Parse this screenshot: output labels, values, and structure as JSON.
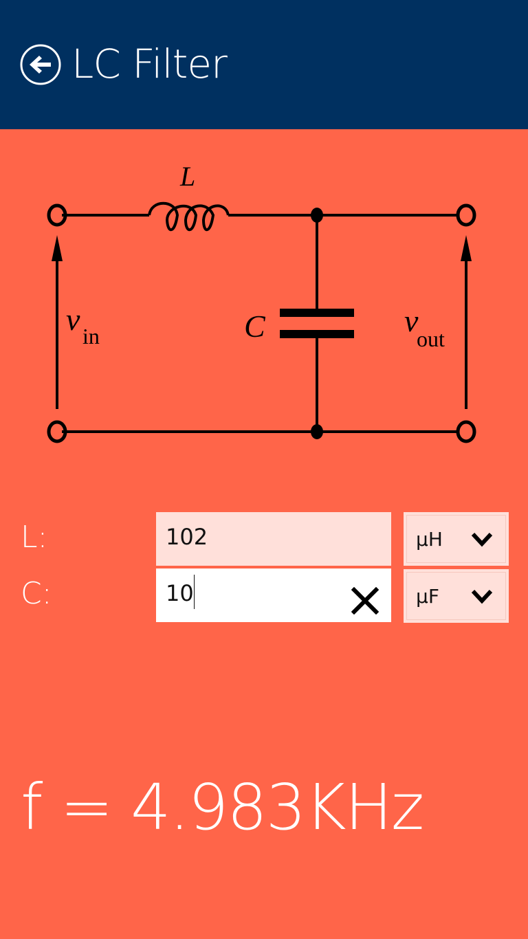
{
  "header": {
    "title": "LC Filter",
    "back_icon": "back-arrow-circle-icon",
    "background": "#003060"
  },
  "theme": {
    "accent": "#FF6549",
    "input_bg": "#FFE0DA",
    "input_focused_bg": "#FFFFFF"
  },
  "circuit": {
    "inductor_label": "L",
    "capacitor_label": "C",
    "vin_main": "v",
    "vin_sub": "in",
    "vout_main": "v",
    "vout_sub": "out"
  },
  "form": {
    "inductance": {
      "label": "L:",
      "value": "102",
      "unit": "µH"
    },
    "capacitance": {
      "label": "C:",
      "value": "10",
      "unit": "µF",
      "clear_icon": "close-icon"
    }
  },
  "result": {
    "text": "f = 4.983KHz"
  }
}
